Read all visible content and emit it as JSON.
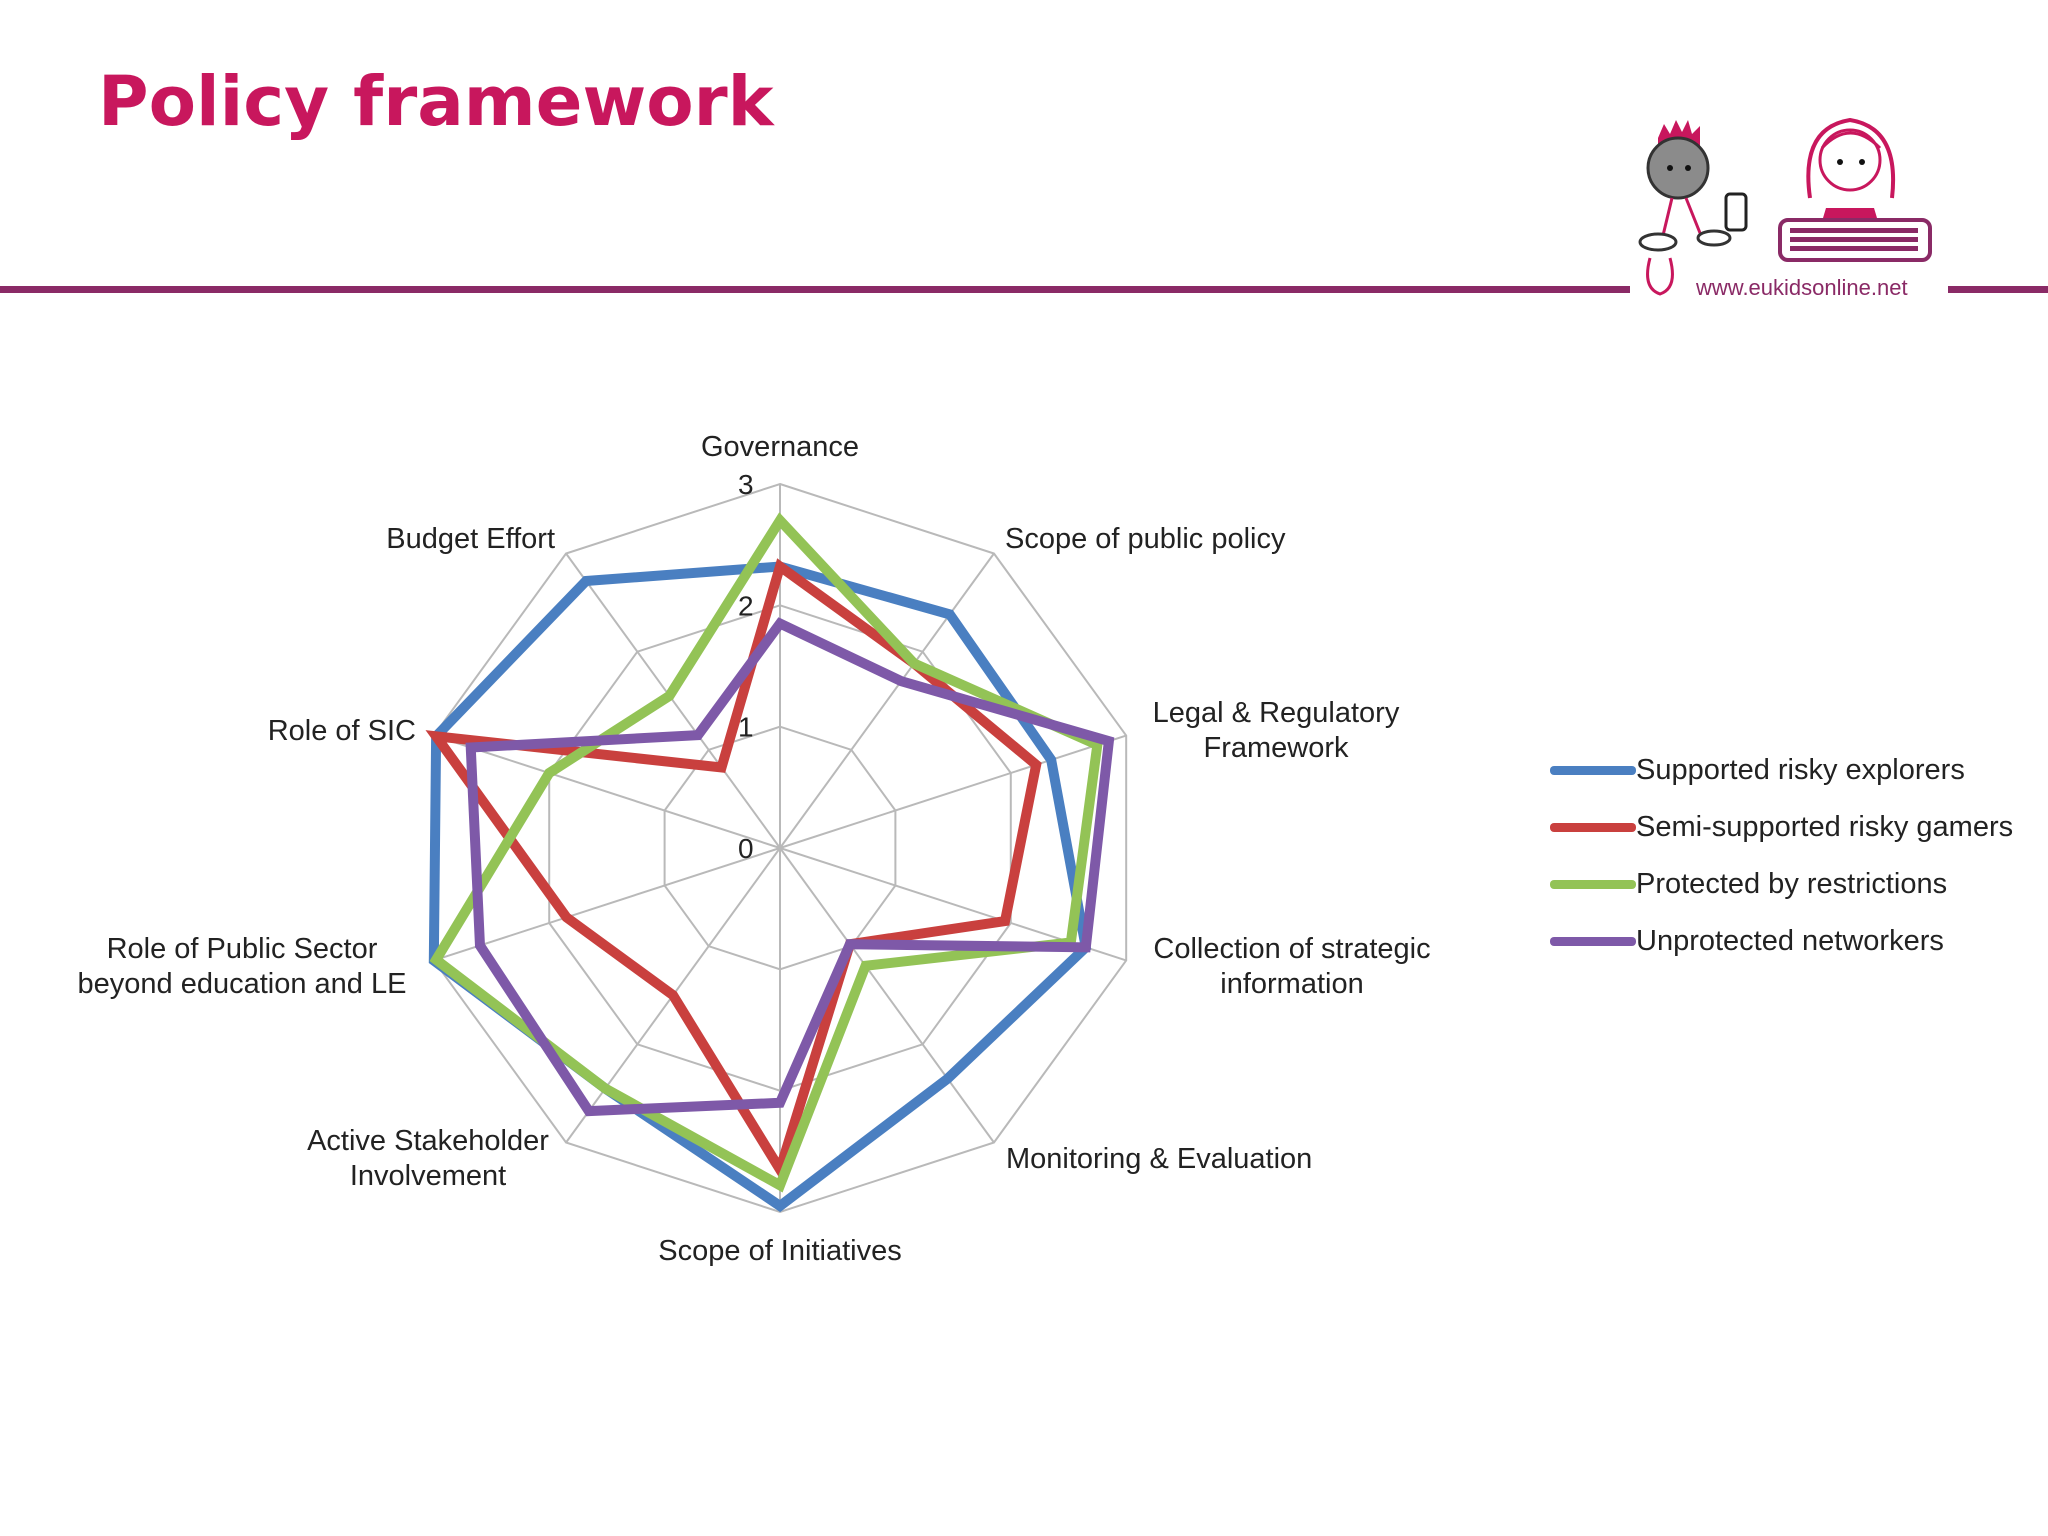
{
  "slide": {
    "title": "Policy framework",
    "logo_url": "www.eukidsonline.net"
  },
  "colors": {
    "title": "#c8175d",
    "rule": "#8a2a66",
    "grid": "#b9b9b9"
  },
  "chart_data": {
    "type": "radar",
    "title": "",
    "categories": [
      "Governance",
      "Scope of public policy",
      "Legal & Regulatory Framework",
      "Collection of strategic information",
      "Monitoring & Evaluation",
      "Scope of Initiatives",
      "Active Stakeholder Involvement",
      "Role of Public Sector beyond education and LE",
      "Role of SIC",
      "Budget Effort"
    ],
    "category_lines": [
      [
        "Governance"
      ],
      [
        "Scope of public policy"
      ],
      [
        "Legal & Regulatory",
        "Framework"
      ],
      [
        "Collection of strategic",
        "information"
      ],
      [
        "Monitoring & Evaluation"
      ],
      [
        "Scope of Initiatives"
      ],
      [
        "Active Stakeholder",
        "Involvement"
      ],
      [
        "Role of Public Sector",
        "beyond education and LE"
      ],
      [
        "Role of SIC"
      ],
      [
        "Budget Effort"
      ]
    ],
    "rlim": [
      0,
      3
    ],
    "ticks": [
      "0",
      "1",
      "2",
      "3"
    ],
    "grid": true,
    "legend_position": "right",
    "series": [
      {
        "name": "Supported risky explorers",
        "color": "#4a7fc1",
        "values": [
          2.32,
          2.38,
          2.35,
          2.65,
          2.35,
          2.95,
          2.45,
          3.0,
          2.98,
          2.72
        ]
      },
      {
        "name": "Semi-supported risky gamers",
        "color": "#c9403e",
        "values": [
          2.32,
          1.88,
          2.22,
          1.95,
          0.98,
          2.65,
          1.5,
          1.85,
          2.98,
          0.82
        ]
      },
      {
        "name": "Protected by restrictions",
        "color": "#93c356",
        "values": [
          2.7,
          1.88,
          2.75,
          2.52,
          1.2,
          2.78,
          2.45,
          2.98,
          2.0,
          1.55
        ]
      },
      {
        "name": "Unprotected networkers",
        "color": "#7e59a8",
        "values": [
          1.85,
          1.7,
          2.85,
          2.65,
          0.98,
          2.1,
          2.68,
          2.6,
          2.68,
          1.15
        ]
      }
    ]
  }
}
